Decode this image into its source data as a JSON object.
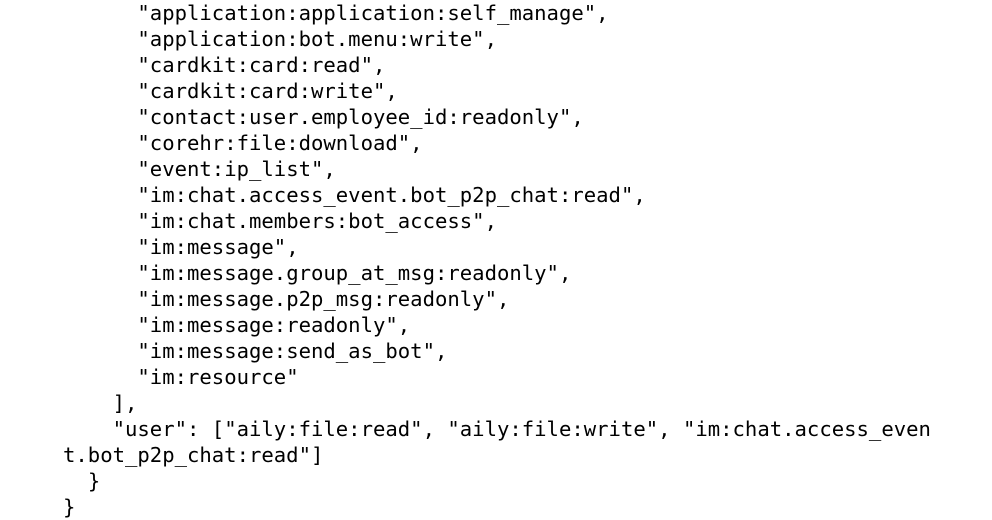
{
  "document": {
    "kind": "json-fragment",
    "description": "Tail of a JSON object listing OAuth scopes",
    "background_color": "#ffffff",
    "text_color": "#000000",
    "indent_unit_spaces": 2,
    "lines": [
      {
        "indent": 6,
        "text": "\"application:application:self_manage\","
      },
      {
        "indent": 6,
        "text": "\"application:bot.menu:write\","
      },
      {
        "indent": 6,
        "text": "\"cardkit:card:read\","
      },
      {
        "indent": 6,
        "text": "\"cardkit:card:write\","
      },
      {
        "indent": 6,
        "text": "\"contact:user.employee_id:readonly\","
      },
      {
        "indent": 6,
        "text": "\"corehr:file:download\","
      },
      {
        "indent": 6,
        "text": "\"event:ip_list\","
      },
      {
        "indent": 6,
        "text": "\"im:chat.access_event.bot_p2p_chat:read\","
      },
      {
        "indent": 6,
        "text": "\"im:chat.members:bot_access\","
      },
      {
        "indent": 6,
        "text": "\"im:message\","
      },
      {
        "indent": 6,
        "text": "\"im:message.group_at_msg:readonly\","
      },
      {
        "indent": 6,
        "text": "\"im:message.p2p_msg:readonly\","
      },
      {
        "indent": 6,
        "text": "\"im:message:readonly\","
      },
      {
        "indent": 6,
        "text": "\"im:message:send_as_bot\","
      },
      {
        "indent": 6,
        "text": "\"im:resource\""
      },
      {
        "indent": 4,
        "text": "],"
      },
      {
        "indent": 4,
        "text": "\"user\": [\"aily:file:read\", \"aily:file:write\", \"im:chat.access_event.bot_p2p_chat:read\"]"
      },
      {
        "indent": 2,
        "text": "}"
      },
      {
        "indent": 0,
        "text": "}"
      }
    ],
    "scopes": {
      "tenant": [
        "application:application:self_manage",
        "application:bot.menu:write",
        "cardkit:card:read",
        "cardkit:card:write",
        "contact:user.employee_id:readonly",
        "corehr:file:download",
        "event:ip_list",
        "im:chat.access_event.bot_p2p_chat:read",
        "im:chat.members:bot_access",
        "im:message",
        "im:message.group_at_msg:readonly",
        "im:message.p2p_msg:readonly",
        "im:message:readonly",
        "im:message:send_as_bot",
        "im:resource"
      ],
      "user_key_label": "\"user\"",
      "user": [
        "aily:file:read",
        "aily:file:write",
        "im:chat.access_event.bot_p2p_chat:read"
      ]
    }
  }
}
